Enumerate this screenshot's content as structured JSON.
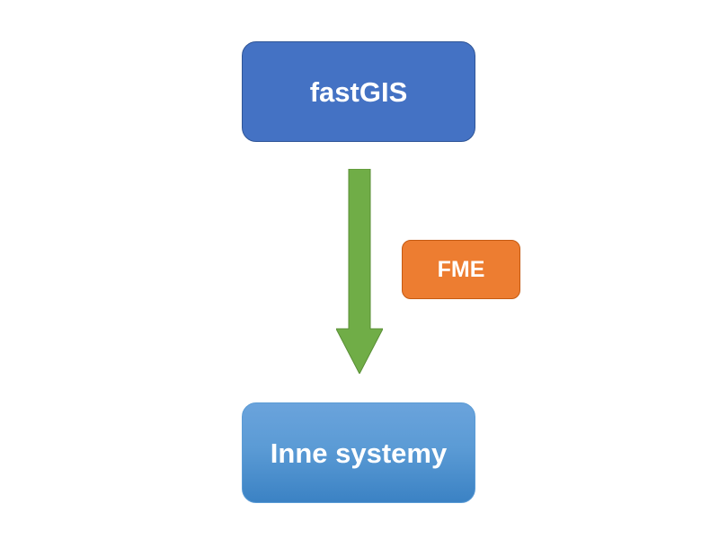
{
  "diagram": {
    "source_label": "fastGIS",
    "process_label": "FME",
    "target_label": "Inne systemy"
  },
  "colors": {
    "source_fill": "#4472c4",
    "process_fill": "#ed7d31",
    "target_fill": "#5b9bd5",
    "arrow_fill": "#70ad47"
  },
  "icons": {
    "arrow": "down-arrow-icon"
  }
}
